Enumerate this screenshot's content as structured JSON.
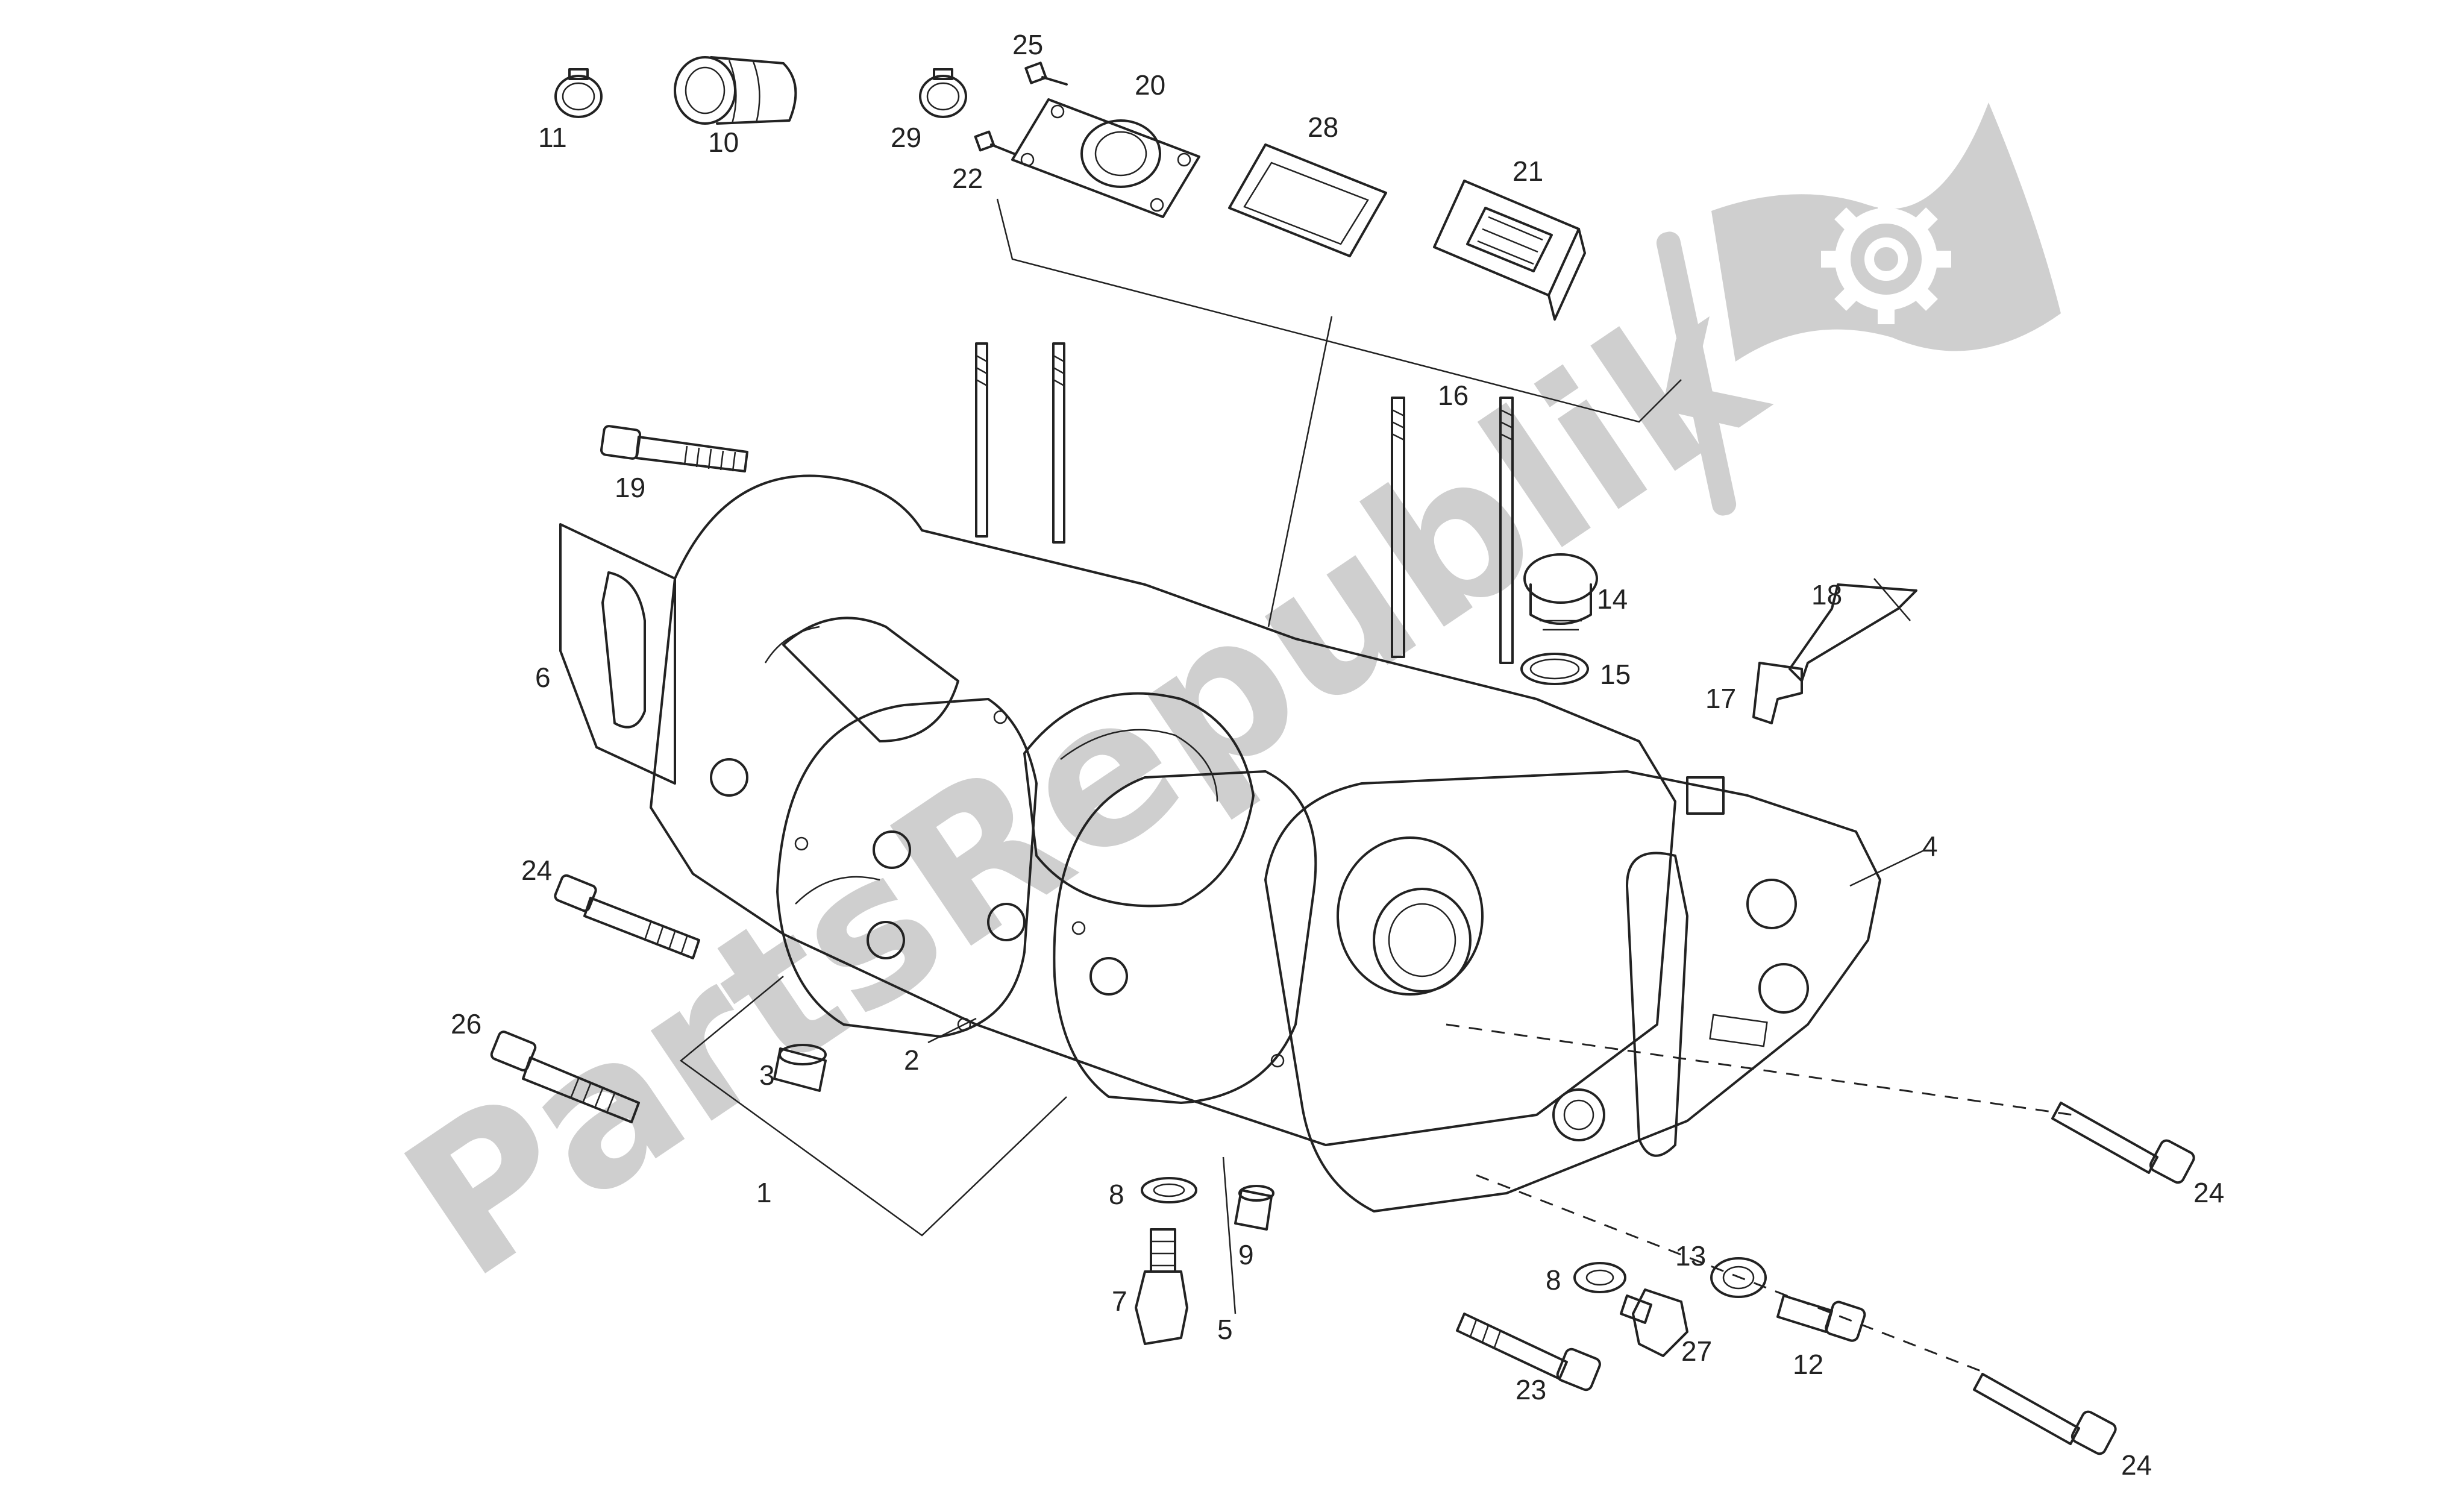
{
  "watermark": {
    "text": "PartsRepublik",
    "color": "#cfcfcf",
    "logo_icon": "gear-flag-icon"
  },
  "colors": {
    "line": "#222222",
    "background": "#ffffff"
  },
  "labels": {
    "l1": "1",
    "l2": "2",
    "l3": "3",
    "l4": "4",
    "l5": "5",
    "l6": "6",
    "l7": "7",
    "l8a": "8",
    "l8b": "8",
    "l9": "9",
    "l10": "10",
    "l11": "11",
    "l12": "12",
    "l13": "13",
    "l14": "14",
    "l15": "15",
    "l16": "16",
    "l17": "17",
    "l18": "18",
    "l19": "19",
    "l20": "20",
    "l21": "21",
    "l22": "22",
    "l23": "23",
    "l24a": "24",
    "l24b": "24",
    "l24c": "24",
    "l25": "25",
    "l26": "26",
    "l27": "27",
    "l28": "28",
    "l29": "29"
  }
}
